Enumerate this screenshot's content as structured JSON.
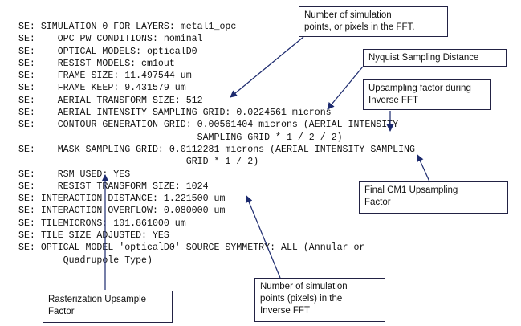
{
  "log_lines": [
    "SE: SIMULATION 0 FOR LAYERS: metal1_opc",
    "SE:    OPC PW CONDITIONS: nominal",
    "SE:    OPTICAL MODELS: opticalD0",
    "SE:    RESIST MODELS: cm1out",
    "SE:    FRAME SIZE: 11.497544 um",
    "SE:    FRAME KEEP: 9.431579 um",
    "SE:    AERIAL TRANSFORM SIZE: 512",
    "SE:    AERIAL INTENSITY SAMPLING GRID: 0.0224561 microns",
    "SE:    CONTOUR GENERATION GRID: 0.00561404 microns (AERIAL INTENSITY",
    "                                SAMPLING GRID * 1 / 2 / 2)",
    "SE:    MASK SAMPLING GRID: 0.0112281 microns (AERIAL INTENSITY SAMPLING",
    "                              GRID * 1 / 2)",
    "SE:    RSM USED: YES",
    "SE:    RESIST TRANSFORM SIZE: 1024",
    "SE: INTERACTION DISTANCE: 1.221500 um",
    "SE: INTERACTION OVERFLOW: 0.080000 um",
    "SE: TILEMICRONS: 101.861000 um",
    "SE: TILE SIZE ADJUSTED: YES",
    "SE: OPTICAL MODEL 'opticalD0' SOURCE SYMMETRY: ALL (Annular or",
    "        Quadrupole Type)"
  ],
  "callouts": {
    "fft_points": [
      "Number of simulation",
      "points, or pixels in the FFT."
    ],
    "nyquist": [
      "Nyquist Sampling Distance"
    ],
    "upsampling_inverse": [
      "Upsampling factor during",
      "Inverse FFT"
    ],
    "final_cm1": [
      "Final CM1 Upsampling",
      "Factor"
    ],
    "inverse_points": [
      "Number of simulation",
      "points (pixels) in the",
      "Inverse FFT"
    ],
    "rasterization": [
      "Rasterization Upsample",
      "Factor"
    ]
  },
  "colors": {
    "callout_border": "#222244",
    "arrow": "#1c2a6e",
    "text": "#111111"
  }
}
